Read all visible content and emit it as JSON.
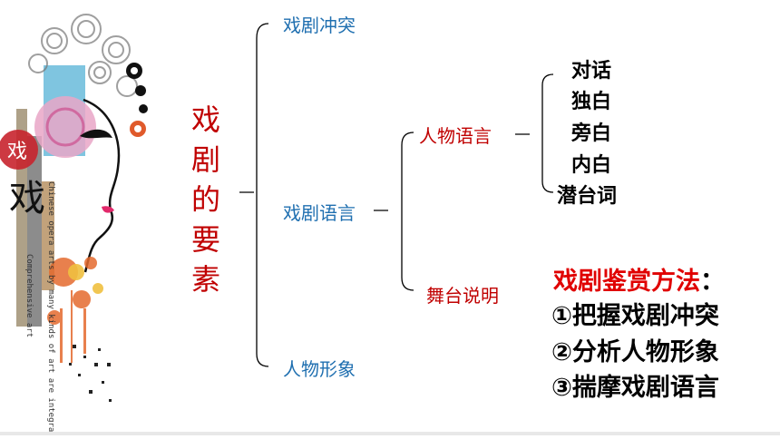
{
  "title_chars": [
    "戏",
    "剧",
    "的",
    "要",
    "素"
  ],
  "level1": {
    "conflict": "戏剧冲突",
    "language": "戏剧语言",
    "character": "人物形象"
  },
  "level2": {
    "speech": "人物语言",
    "stage": "舞台说明"
  },
  "level3": [
    "对话",
    "独白",
    "旁白",
    "内白",
    "潜台词"
  ],
  "methods": {
    "title": "戏剧鉴赏方法",
    "colon": "：",
    "items": [
      "①把握戏剧冲突",
      "②分析人物形象",
      "③揣摩戏剧语言"
    ]
  },
  "decoration": {
    "seal_char": "戏",
    "side_text_1": "Chinese opera arts by many kinds of art are integrated",
    "side_text_2": "Comprehensive art"
  },
  "colors": {
    "red": "#c00000",
    "blue": "#1f6fb0",
    "method_red": "#e00000"
  }
}
